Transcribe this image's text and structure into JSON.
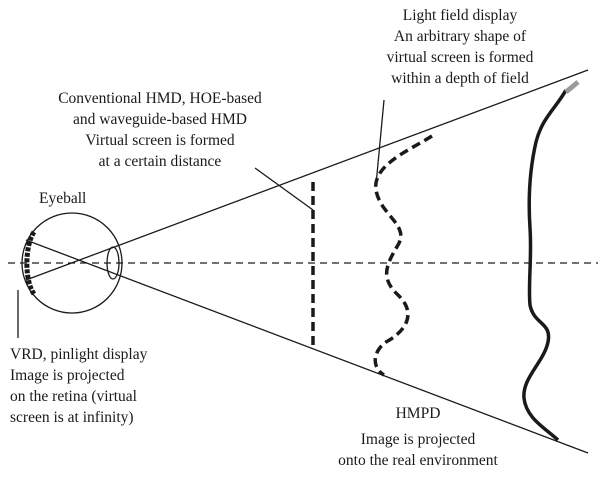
{
  "labels": {
    "light_field": [
      "Light field display",
      "An arbitrary shape of",
      "virtual screen is formed",
      "within a depth of field"
    ],
    "conventional": [
      "Conventional HMD, HOE-based",
      "and waveguide-based HMD",
      "Virtual screen is formed",
      "at a certain distance"
    ],
    "eyeball": "Eyeball",
    "vrd": [
      "VRD, pinlight display",
      "Image is projected",
      "on the retina (virtual",
      "screen is at infinity)"
    ],
    "hmpd": [
      "HMPD",
      "Image is projected",
      "onto the real environment"
    ]
  },
  "colors": {
    "line": "#1a1a1a",
    "gray_tip": "#9a9a9a",
    "background": "#ffffff"
  }
}
